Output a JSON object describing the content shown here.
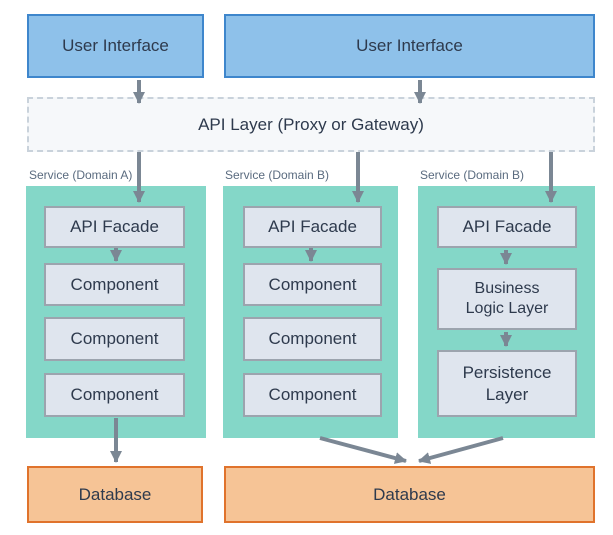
{
  "diagram": {
    "ui_boxes": [
      {
        "label": "User Interface"
      },
      {
        "label": "User Interface"
      }
    ],
    "api_layer": {
      "label": "API Layer (Proxy or Gateway)"
    },
    "services": [
      {
        "label": "Service (Domain A)",
        "boxes": [
          {
            "lines": [
              "API Facade"
            ]
          },
          {
            "lines": [
              "Component"
            ]
          },
          {
            "lines": [
              "Component"
            ]
          },
          {
            "lines": [
              "Component"
            ]
          }
        ]
      },
      {
        "label": "Service (Domain B)",
        "boxes": [
          {
            "lines": [
              "API Facade"
            ]
          },
          {
            "lines": [
              "Component"
            ]
          },
          {
            "lines": [
              "Component"
            ]
          },
          {
            "lines": [
              "Component"
            ]
          }
        ]
      },
      {
        "label": "Service (Domain B)",
        "boxes": [
          {
            "lines": [
              "API Facade"
            ]
          },
          {
            "lines": [
              "Business",
              "Logic Layer"
            ]
          },
          {
            "lines": [
              "Persistence",
              "Layer"
            ]
          }
        ]
      }
    ],
    "databases": [
      {
        "label": "Database"
      },
      {
        "label": "Database"
      }
    ],
    "colors": {
      "ui_fill": "#8EC1EA",
      "ui_border": "#3E86CC",
      "service_fill": "#84D7C8",
      "inner_fill": "#DFE5EE",
      "inner_border": "#9CA4AE",
      "api_fill": "#F6F8FA",
      "api_border": "#C9D2DB",
      "db_fill": "#F6C496",
      "db_border": "#E0732C",
      "arrow": "#7B8794",
      "box_text": "#2E3A4D",
      "service_label_text": "#5A6B7F"
    }
  }
}
